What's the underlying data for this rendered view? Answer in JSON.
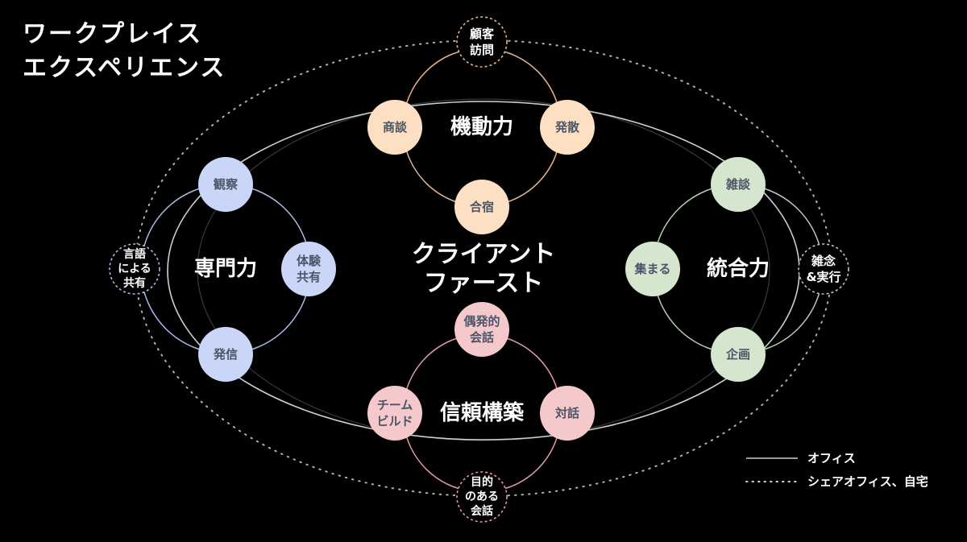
{
  "title": {
    "line1": "ワークプレイス",
    "line2": "エクスペリエンス"
  },
  "center": {
    "line1": "クライアント",
    "line2": "ファースト"
  },
  "colors": {
    "background": "#000000",
    "office_line": "#cfcfcf",
    "dotted_line": "#cfcfcf",
    "orange": "#fde0c4",
    "orange_ring": "#e8b48c",
    "blue": "#c9d6f7",
    "blue_ring": "#a9bde8",
    "green": "#d5e6cf",
    "green_ring": "#b5cdb0",
    "pink": "#f5c8cc",
    "pink_ring": "#e29aa3",
    "node_text": "#4a5668",
    "remote_node_text": "#ffffff"
  },
  "clusters": [
    {
      "id": "mobility",
      "label": "機動力",
      "color": "orange",
      "nodes": [
        {
          "id": "client-visit",
          "lines": [
            "顧客",
            "訪問"
          ],
          "remote": true
        },
        {
          "id": "negotiation",
          "lines": [
            "商談"
          ],
          "remote": false
        },
        {
          "id": "divergence",
          "lines": [
            "発散"
          ],
          "remote": false
        },
        {
          "id": "retreat",
          "lines": [
            "合宿"
          ],
          "remote": false
        }
      ]
    },
    {
      "id": "expertise",
      "label": "専門力",
      "color": "blue",
      "nodes": [
        {
          "id": "observation",
          "lines": [
            "観察"
          ],
          "remote": false
        },
        {
          "id": "verbal-sharing",
          "lines": [
            "言語",
            "による",
            "共有"
          ],
          "remote": true
        },
        {
          "id": "experience-sharing",
          "lines": [
            "体験",
            "共有"
          ],
          "remote": false
        },
        {
          "id": "broadcast",
          "lines": [
            "発信"
          ],
          "remote": false
        }
      ]
    },
    {
      "id": "integration",
      "label": "統合力",
      "color": "green",
      "nodes": [
        {
          "id": "chat",
          "lines": [
            "雑談"
          ],
          "remote": false
        },
        {
          "id": "gather",
          "lines": [
            "集まる"
          ],
          "remote": false
        },
        {
          "id": "focus-execution",
          "lines": [
            "雑念",
            "&実行"
          ],
          "remote": true
        },
        {
          "id": "planning",
          "lines": [
            "企画"
          ],
          "remote": false
        }
      ]
    },
    {
      "id": "trust",
      "label": "信頼構築",
      "color": "pink",
      "nodes": [
        {
          "id": "chance-talk",
          "lines": [
            "偶発的",
            "会話"
          ],
          "remote": false
        },
        {
          "id": "team-building",
          "lines": [
            "チーム",
            "ビルド"
          ],
          "remote": false
        },
        {
          "id": "dialogue",
          "lines": [
            "対話"
          ],
          "remote": false
        },
        {
          "id": "purposeful-talk",
          "lines": [
            "目的",
            "のある",
            "会話"
          ],
          "remote": true
        }
      ]
    }
  ],
  "legend": {
    "office": "オフィス",
    "remote": "シェアオフィス、自宅"
  }
}
